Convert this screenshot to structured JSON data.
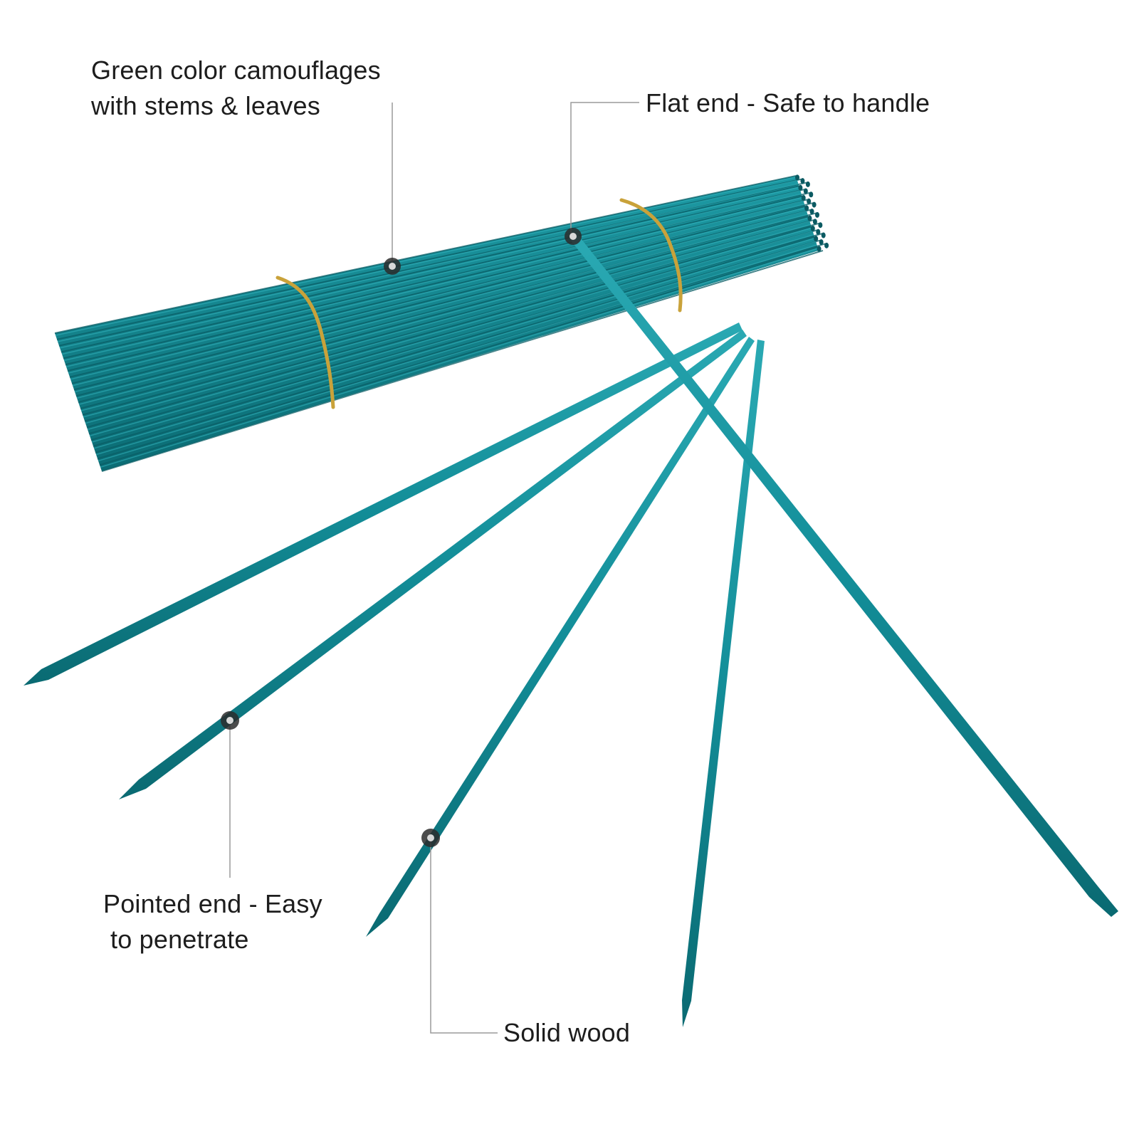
{
  "callouts": {
    "green_color": {
      "line1": "Green color camouflages",
      "line2": "with stems & leaves"
    },
    "flat_end": {
      "text": "Flat end - Safe to handle"
    },
    "pointed_end": {
      "line1": "Pointed end - Easy",
      "line2": "to penetrate"
    },
    "solid_wood": {
      "text": "Solid wood"
    }
  },
  "colors": {
    "stake": "#0f8a95",
    "stake_dark": "#0a6b73",
    "stake_light": "#26a6b0",
    "band": "#c9a23a",
    "leader_line": "#9a9a9a",
    "marker": "#2b2b2b",
    "text": "#1d1d1d",
    "background": "#ffffff"
  }
}
